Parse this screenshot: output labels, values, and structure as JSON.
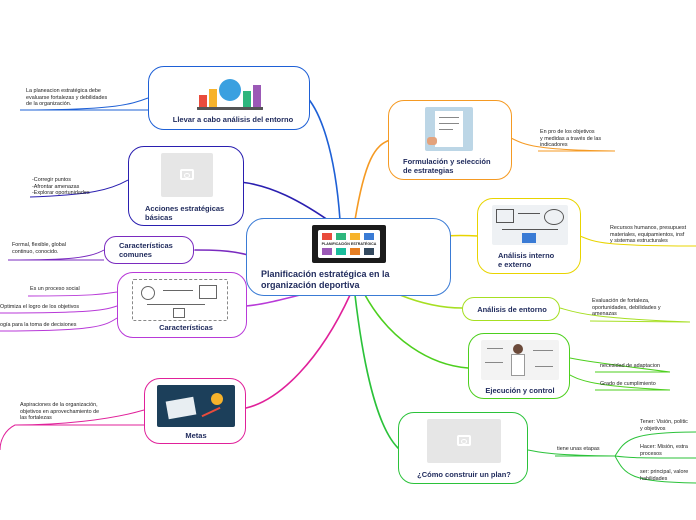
{
  "center": {
    "title": "Planificación estratégica en la organización deportiva",
    "image_caption": "PLANIFICACIÓN ESTRATÉGICA"
  },
  "left": {
    "entorno": {
      "title": "Llevar a cabo análisis del entorno",
      "note": "La planeacion estratégica debe\nevaluarse fortalezas y debilidades\nde la organización."
    },
    "acciones": {
      "title": "Acciones estratégicas\nbásicas",
      "note": "-Corregir puntos\n-Afrontar amenazas\n-Explorar oportunidades"
    },
    "comunes": {
      "title": "Características\ncomunes",
      "note": "Formal, flexible, global\ncontinuo, conocido."
    },
    "caracteristicas": {
      "title": "Características",
      "notes": [
        "Es un proceso social",
        "Optimiza el logro de los objetivos",
        "ogía para la toma de decisiones"
      ]
    },
    "metas": {
      "title": "Metas",
      "note": "Aspiraciones de la organización,\nobjetivos en aprovechamiento de\nlas fortalezas"
    }
  },
  "right": {
    "formulacion": {
      "title": "Formulación y selección\nde estrategias",
      "note": "En pro de los objetivos\ny medidas a través de las\nindicadores"
    },
    "interno": {
      "title": "Análisis interno\ne externo",
      "note": "Recursos humanos, presupuest\nmateriales, equipamientos, insf\ny sistemas estructurales"
    },
    "entorno2": {
      "title": "Análisis de entorno",
      "note": "Evaluación de fortaleza,\noportunidades, debilidades y\namenazas"
    },
    "ejecucion": {
      "title": "Ejecución y control",
      "notes": [
        "necesidad de adaptacion",
        "Grado de cumplimiento"
      ]
    },
    "construir": {
      "title": "¿Cómo construir un plan?",
      "etapas": "tiene unas etapas",
      "notes": [
        "Tener: Visión, politic\ny objetivos",
        "Hacer: Misión, estra\nprocesos",
        "ser: principal, valore\nhabilidades"
      ]
    }
  },
  "colors": {
    "center": "#3a7bd5",
    "entorno": "#1e60d6",
    "acciones": "#2a1fb0",
    "comunes": "#7a2bbf",
    "caracteristicas": "#b83ad8",
    "metas": "#e0219a",
    "formulacion": "#f59a23",
    "interno": "#e8d400",
    "entorno2": "#a6df22",
    "ejecucion": "#4dcf1e",
    "construir": "#2bc23a"
  }
}
